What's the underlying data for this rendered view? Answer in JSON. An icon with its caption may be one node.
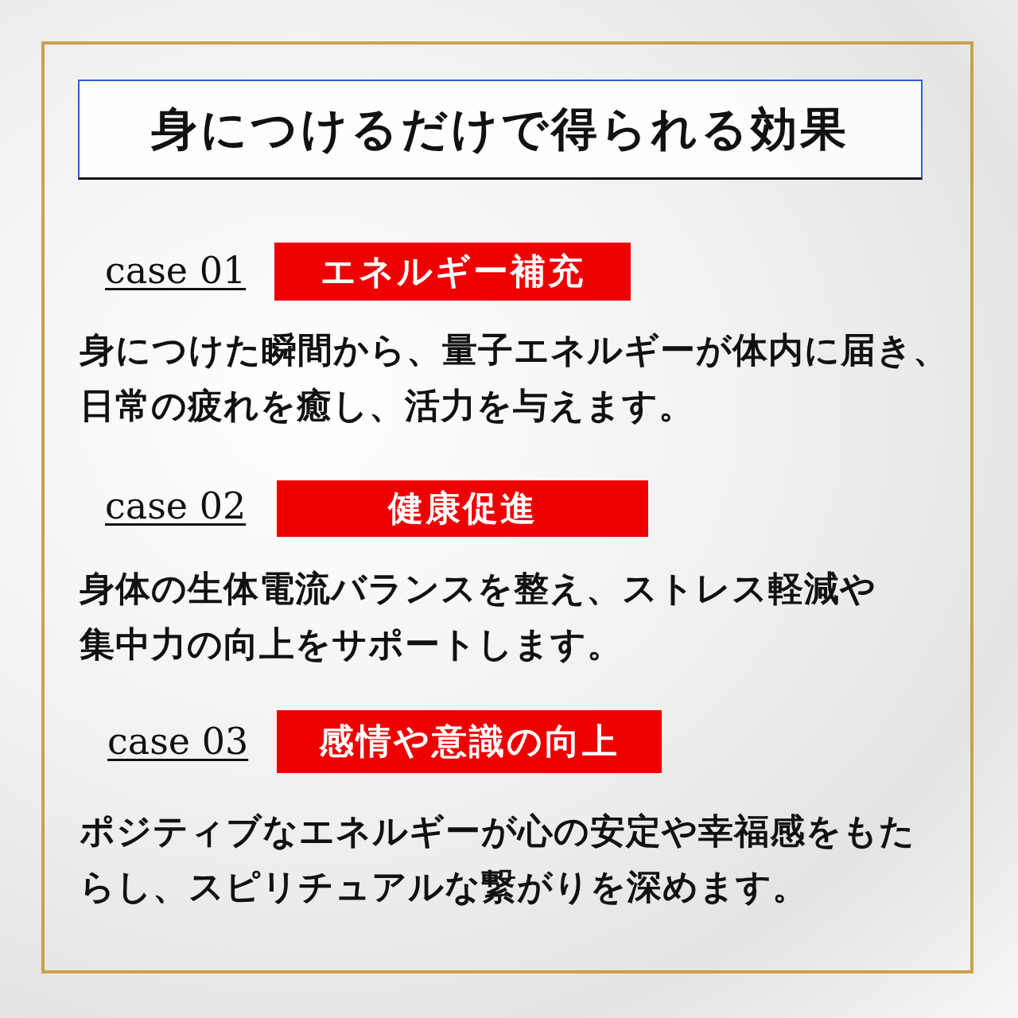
{
  "diagram": {
    "title": "身につけるだけで得られる効果",
    "nodes": [
      {
        "text": [
          "エネルギー補充"
        ],
        "beside": [
          "case 01"
        ]
      },
      {
        "text": [
          "健康促進"
        ],
        "beside": [
          "case 02"
        ]
      },
      {
        "text": [
          "感情や意識の向上"
        ],
        "beside": [
          "case 03"
        ]
      }
    ],
    "labels": [
      "身につけた瞬間から、量子エネルギーが体内に届き、日常の疲れを癒し、活力を与えます。",
      "身体の生体電流バランスを整え、ストレス軽減や集中力の向上をサポートします。",
      "ポジティブなエネルギーが心の安定や幸福感をもたらし、スピリチュアルな繋がりを深めます。"
    ]
  }
}
